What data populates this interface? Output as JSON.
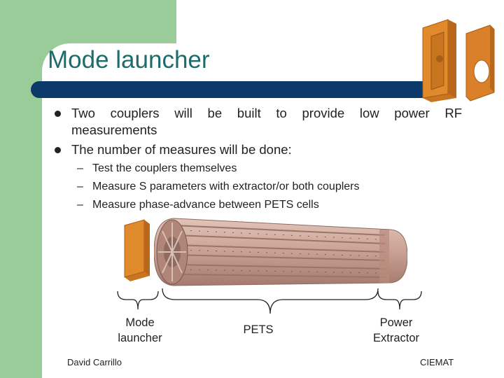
{
  "slide": {
    "title": "Mode launcher",
    "bullets": [
      "Two couplers will be built to provide low power RF",
      "measurements",
      "The number of measures will be done:"
    ],
    "sub_bullets": [
      "Test the couplers themselves",
      "Measure S parameters with extractor/or both couplers",
      "Measure phase-advance between PETS cells"
    ],
    "dash": "–",
    "labels": {
      "mode_launcher_1": "Mode",
      "mode_launcher_2": "launcher",
      "pets": "PETS",
      "power_extractor_1": "Power",
      "power_extractor_2": "Extractor"
    },
    "footer": {
      "author": "David Carrillo",
      "org": "CIEMAT"
    }
  },
  "colors": {
    "accent_green": "#9acc9a",
    "title_color": "#1e6b6b",
    "title_bar": "#0b3a6a",
    "coupler_orange": "#d9822b",
    "pets_copper": "#c8a394"
  }
}
